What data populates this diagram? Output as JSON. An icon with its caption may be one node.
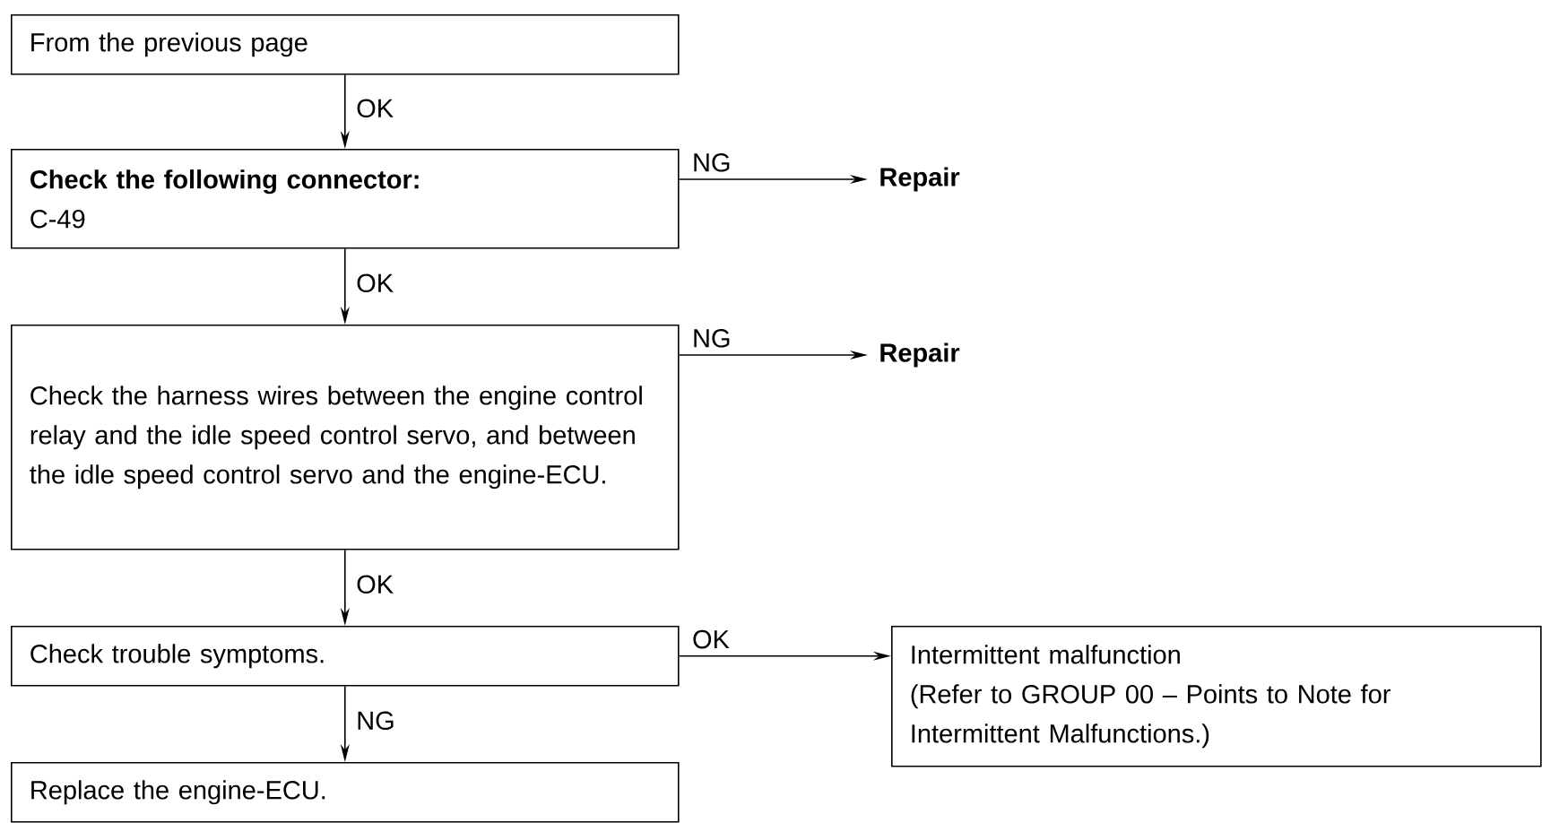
{
  "diagram": {
    "nodes": [
      {
        "text": [
          "From the previous page"
        ]
      },
      {
        "text": [
          "Check the following connector:",
          "C-49"
        ]
      },
      {
        "text": [
          "Check the harness wires between the engine control relay and the idle speed control servo, and between the idle speed control servo and the engine-ECU."
        ]
      },
      {
        "text": [
          "Check trouble symptoms."
        ]
      },
      {
        "text": [
          "Replace the engine-ECU."
        ]
      },
      {
        "text": [
          "Repair"
        ]
      },
      {
        "text": [
          "Repair"
        ]
      },
      {
        "text": [
          "Intermittent malfunction",
          "(Refer to GROUP 00 – Points to Note for Intermittent Malfunctions.)"
        ]
      }
    ],
    "edges": [
      {
        "from": 0,
        "to": 1,
        "arrow": "to",
        "label": "OK"
      },
      {
        "from": 1,
        "to": 5,
        "arrow": "to",
        "label": "NG"
      },
      {
        "from": 1,
        "to": 2,
        "arrow": "to",
        "label": "OK"
      },
      {
        "from": 2,
        "to": 6,
        "arrow": "to",
        "label": "NG"
      },
      {
        "from": 2,
        "to": 3,
        "arrow": "to",
        "label": "OK"
      },
      {
        "from": 3,
        "to": 7,
        "arrow": "to",
        "label": "OK"
      },
      {
        "from": 3,
        "to": 4,
        "arrow": "to",
        "label": "NG"
      }
    ]
  }
}
